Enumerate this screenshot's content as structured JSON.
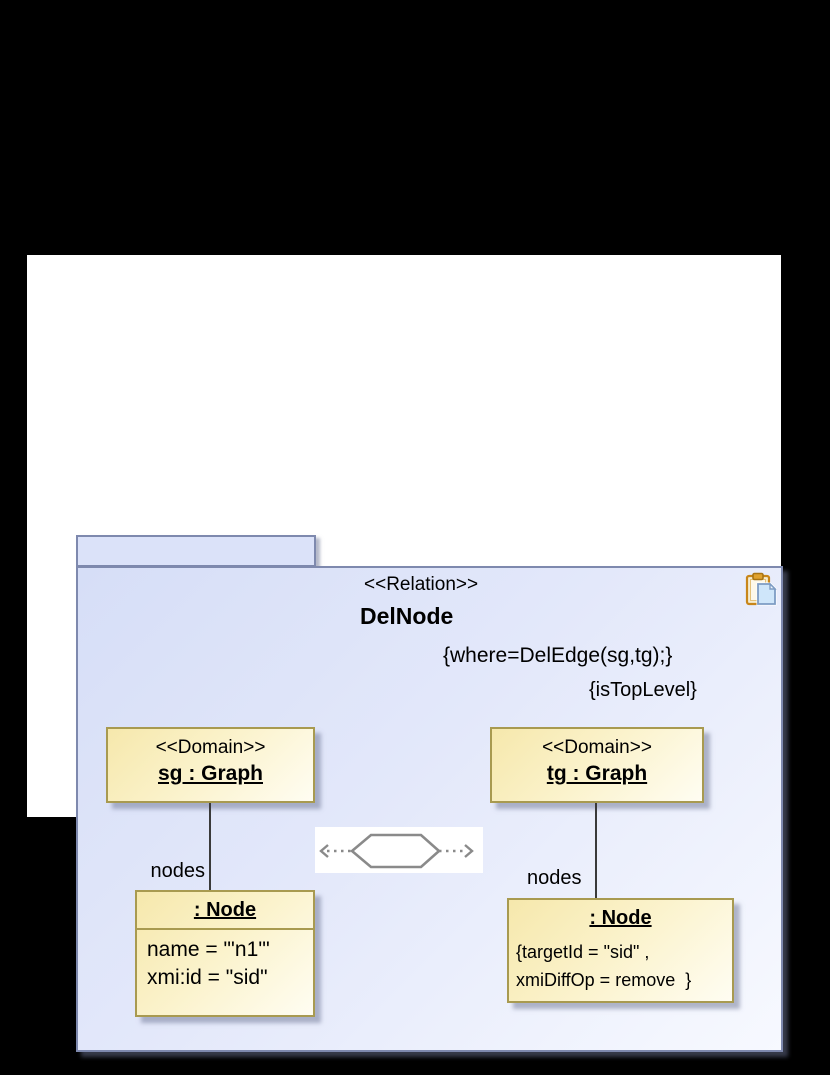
{
  "diagram": {
    "relation": {
      "stereotype": "<<Relation>>",
      "name": "DelNode",
      "where": "{where=DelEdge(sg,tg);}",
      "is_top_level": "{isTopLevel}"
    },
    "domains": [
      {
        "stereotype": "<<Domain>>",
        "name": "sg : Graph",
        "edge_label": "nodes",
        "node": {
          "title": ": Node",
          "attributes": [
            "name = \"'n1'\"",
            "xmi:id = \"sid\""
          ]
        }
      },
      {
        "stereotype": "<<Domain>>",
        "name": "tg : Graph",
        "edge_label": "nodes",
        "node": {
          "title": ": Node",
          "attributes": [
            "{targetId = \"sid\" ,",
            "xmiDiffOp = remove  }"
          ]
        }
      }
    ],
    "icons": {
      "clipboard": "copy-clipboard-icon",
      "relation_symbol": "relation-hexagon-icon"
    },
    "colors": {
      "page_bg": "#000000",
      "canvas_bg": "#ffffff",
      "package_border": "#7e89ae",
      "package_fill_start": "#d6def7",
      "package_fill_end": "#f7f9ff",
      "box_border": "#a89a50",
      "box_fill_start": "#f6e8ac",
      "box_fill_end": "#fffdf2",
      "connector": "#3a3a3a",
      "hexagon_stroke": "#8a8a8a"
    }
  }
}
